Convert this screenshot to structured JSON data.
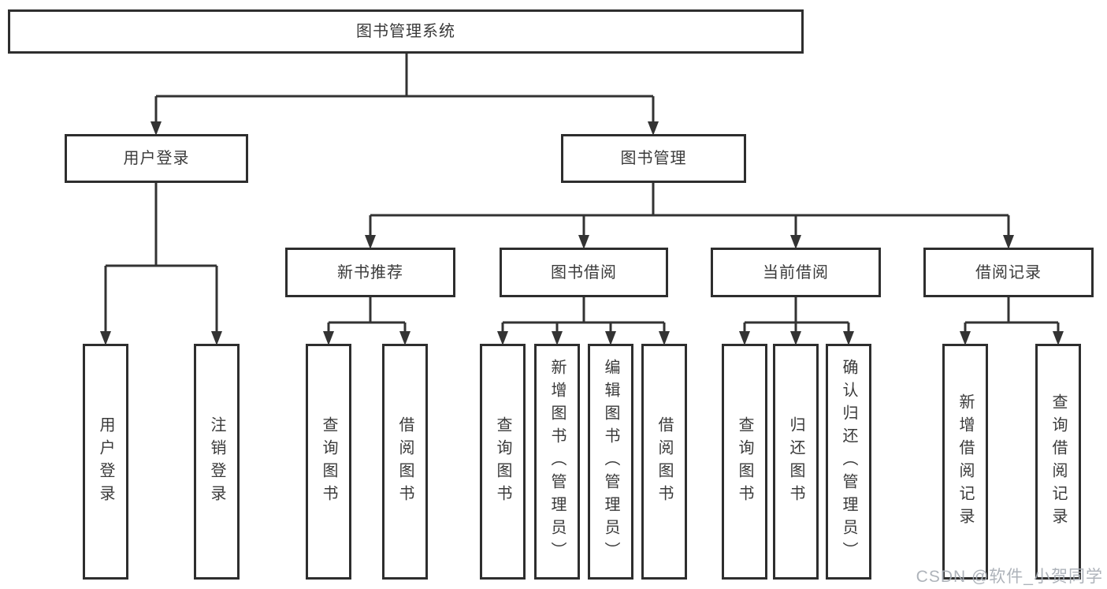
{
  "diagram": {
    "root": {
      "label": "图书管理系统"
    },
    "branches": [
      {
        "label": "用户登录",
        "children": [
          {
            "label": "用户登录"
          },
          {
            "label": "注销登录"
          }
        ]
      },
      {
        "label": "图书管理",
        "children": [
          {
            "label": "新书推荐",
            "children": [
              {
                "label": "查询图书"
              },
              {
                "label": "借阅图书"
              }
            ]
          },
          {
            "label": "图书借阅",
            "children": [
              {
                "label": "查询图书"
              },
              {
                "label": "新增图书（管理员）"
              },
              {
                "label": "编辑图书（管理员）"
              },
              {
                "label": "借阅图书"
              }
            ]
          },
          {
            "label": "当前借阅",
            "children": [
              {
                "label": "查询图书"
              },
              {
                "label": "归还图书"
              },
              {
                "label": "确认归还（管理员）"
              }
            ]
          },
          {
            "label": "借阅记录",
            "children": [
              {
                "label": "新增借阅记录"
              },
              {
                "label": "查询借阅记录"
              }
            ]
          }
        ]
      }
    ]
  },
  "watermark": {
    "text": "CSDN @软件_小贺同学"
  },
  "colors": {
    "line": "#333333",
    "box_border": "#2e2e2e",
    "text": "#3a3a3a",
    "background": "#ffffff",
    "watermark": "#a7acb4"
  }
}
